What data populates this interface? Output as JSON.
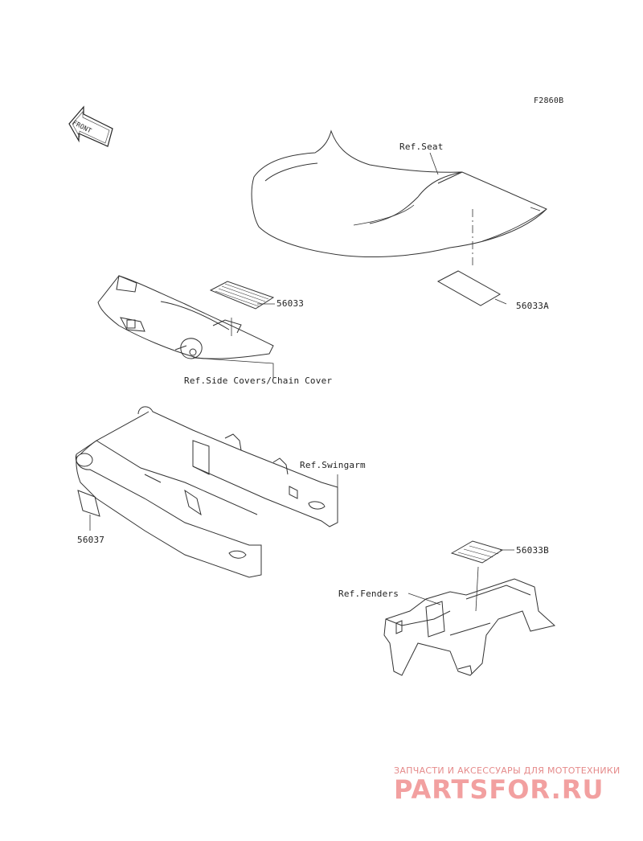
{
  "diagram_code": "F2860B",
  "front_arrow_text": "FRONT",
  "parts": {
    "p56033": "56033",
    "p56033A": "56033A",
    "p56033B": "56033B",
    "p56037": "56037"
  },
  "refs": {
    "seat": "Ref.Seat",
    "side_covers": "Ref.Side Covers/Chain Cover",
    "swingarm": "Ref.Swingarm",
    "fenders": "Ref.Fenders"
  },
  "watermark": {
    "tagline": "ЗАПЧАСТИ И АКСЕССУАРЫ ДЛЯ МОТОТЕХНИКИ",
    "brand": "PARTSFOR.RU"
  }
}
